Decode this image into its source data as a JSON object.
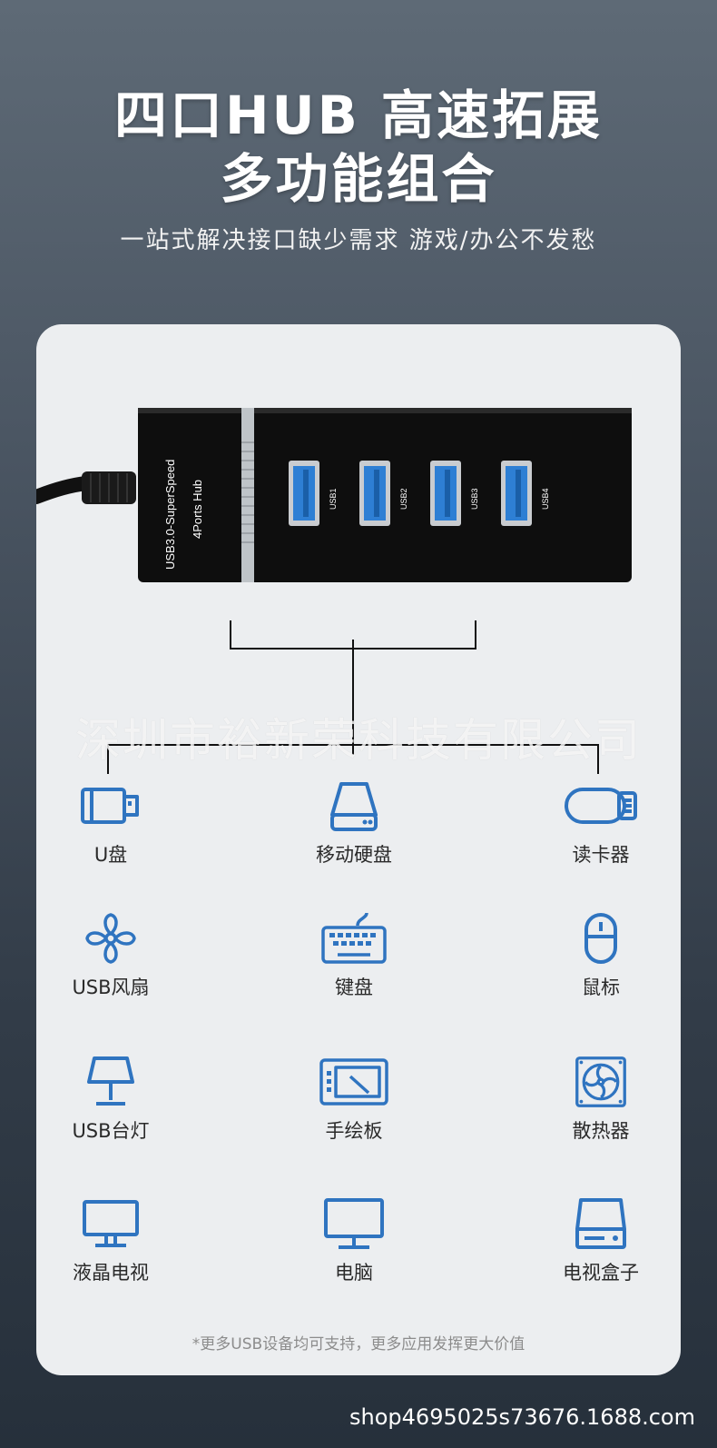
{
  "header": {
    "title_line1": "四口HUB 高速拓展",
    "title_line2": "多功能组合",
    "subtitle": "一站式解决接口缺少需求 游戏/办公不发愁"
  },
  "hub": {
    "body_text_1": "USB3.0-SuperSpeed",
    "body_text_2": "4Ports Hub",
    "ports": [
      "USB1",
      "USB2",
      "USB3",
      "USB4"
    ]
  },
  "watermark": "深圳市裕新荣科技有限公司",
  "devices": [
    {
      "label": "U盘",
      "icon": "usb-drive-icon"
    },
    {
      "label": "移动硬盘",
      "icon": "external-hdd-icon"
    },
    {
      "label": "读卡器",
      "icon": "card-reader-icon"
    },
    {
      "label": "USB风扇",
      "icon": "fan-icon"
    },
    {
      "label": "键盘",
      "icon": "keyboard-icon"
    },
    {
      "label": "鼠标",
      "icon": "mouse-icon"
    },
    {
      "label": "USB台灯",
      "icon": "desk-lamp-icon"
    },
    {
      "label": "手绘板",
      "icon": "drawing-tablet-icon"
    },
    {
      "label": "散热器",
      "icon": "cooler-icon"
    },
    {
      "label": "液晶电视",
      "icon": "lcd-tv-icon"
    },
    {
      "label": "电脑",
      "icon": "computer-monitor-icon"
    },
    {
      "label": "电视盒子",
      "icon": "tv-box-icon"
    }
  ],
  "note": "*更多USB设备均可支持，更多应用发挥更大价值",
  "shop_url": "shop4695025s73676.1688.com",
  "colors": {
    "icon_blue": "#2f74c0",
    "accent_port_blue": "#2e7fd4"
  }
}
